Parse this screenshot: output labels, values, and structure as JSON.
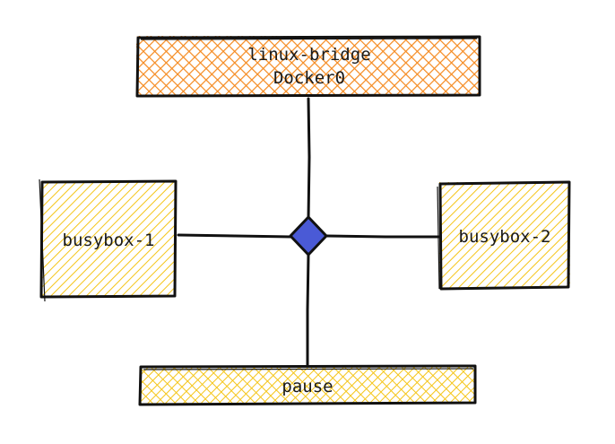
{
  "diagram": {
    "nodes": {
      "bridge": {
        "line1": "linux-bridge",
        "line2": "Docker0"
      },
      "busybox1": {
        "label": "busybox-1"
      },
      "busybox2": {
        "label": "busybox-2"
      },
      "pause": {
        "label": "pause"
      }
    }
  },
  "colors": {
    "bridge_fill": "#f58a1f",
    "container_fill": "#f5c518",
    "hub_fill": "#4a5ad6",
    "stroke": "#111111"
  }
}
